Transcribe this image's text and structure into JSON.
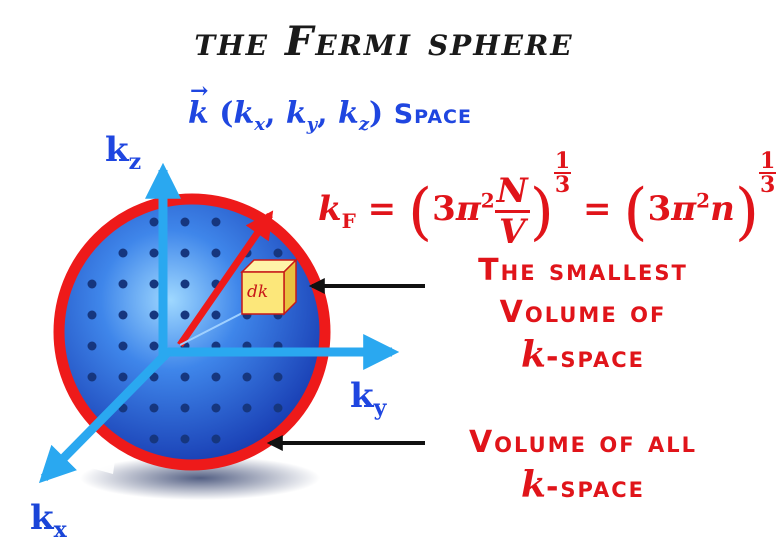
{
  "title": "the Fermi sphere",
  "kspace_label": {
    "k": "k",
    "coords_open": " (",
    "kx": "k",
    "x": "x",
    "sep1": ", ",
    "ky": "k",
    "y": "y",
    "sep2": ", ",
    "kz": "k",
    "z": "z",
    "coords_close": ") ",
    "word": "Space"
  },
  "axes": {
    "kz": {
      "base": "k",
      "sub": "z"
    },
    "ky": {
      "base": "k",
      "sub": "y"
    },
    "kx": {
      "base": "k",
      "sub": "x"
    }
  },
  "formula": {
    "lhs": "k",
    "lhs_sub": "F",
    "eq1": " = ",
    "three": "3",
    "pi": "π",
    "sq": "2",
    "frac_num": "N",
    "frac_den": "V",
    "exp_num": "1",
    "exp_den": "3",
    "eq2": " = ",
    "three_b": "3",
    "pi_b": "π",
    "sq_b": "2",
    "n": "n",
    "exp_num_b": "1",
    "exp_den_b": "3"
  },
  "cube_label": "dk",
  "annotations": {
    "smallest": {
      "line1": "The smallest",
      "line2": "Volume of",
      "k": "k",
      "rest": "-space"
    },
    "all": {
      "line1": "Volume of all",
      "k": "k",
      "rest": "-space"
    }
  },
  "colors": {
    "sphere_rim": "#ee1a1a",
    "sphere_fill": "#2a63d8",
    "axes": "#2aa8f0",
    "text_blue": "#1f46e0",
    "text_red": "#e0141a",
    "cube_fill": "#fce77a"
  }
}
